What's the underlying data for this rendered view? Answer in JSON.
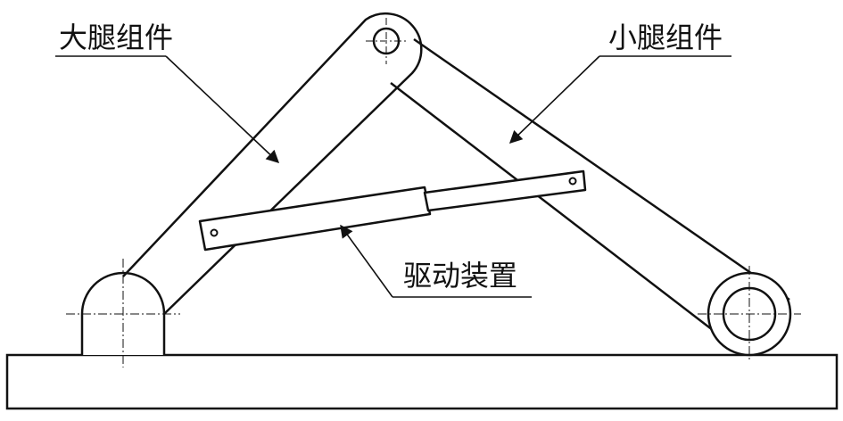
{
  "labels": {
    "thigh": "大腿组件",
    "shank": "小腿组件",
    "drive": "驱动装置"
  },
  "colors": {
    "line": "#111111",
    "background": "#ffffff"
  }
}
